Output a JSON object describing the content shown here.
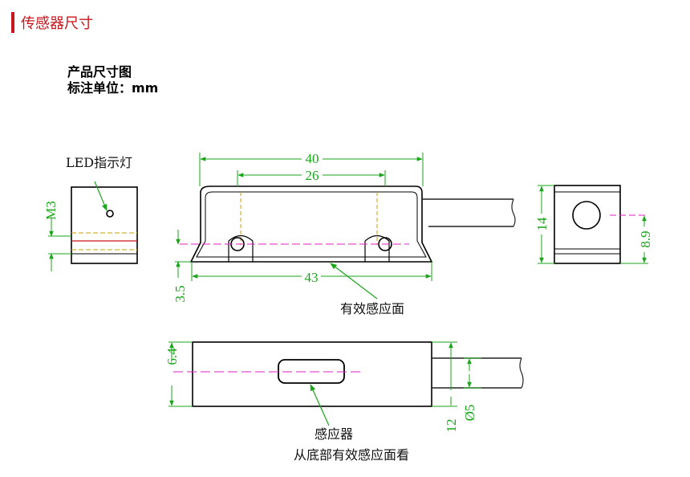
{
  "section": {
    "title": "传感器尺寸",
    "accent": "#c8161d"
  },
  "info": {
    "title": "产品尺寸图",
    "units": "标注单位：mm"
  },
  "colors": {
    "outline": "#000000",
    "dimension": "#1aa51a",
    "center_line": "#e020c0",
    "cable": "#222222"
  },
  "labels": {
    "led": "LED指示灯",
    "sensing_face": "有效感应面",
    "sensor": "感应器",
    "bottom_view": "从底部有效感应面看"
  },
  "dimensions": {
    "overall_length": "40",
    "hole_spacing": "26",
    "base_length": "43",
    "flange_height": "3.5",
    "thread": "M3",
    "height": "14",
    "cable_center": "8.9",
    "depth_offset": "6.4",
    "width": "12",
    "cable_dia": "Ø5"
  }
}
